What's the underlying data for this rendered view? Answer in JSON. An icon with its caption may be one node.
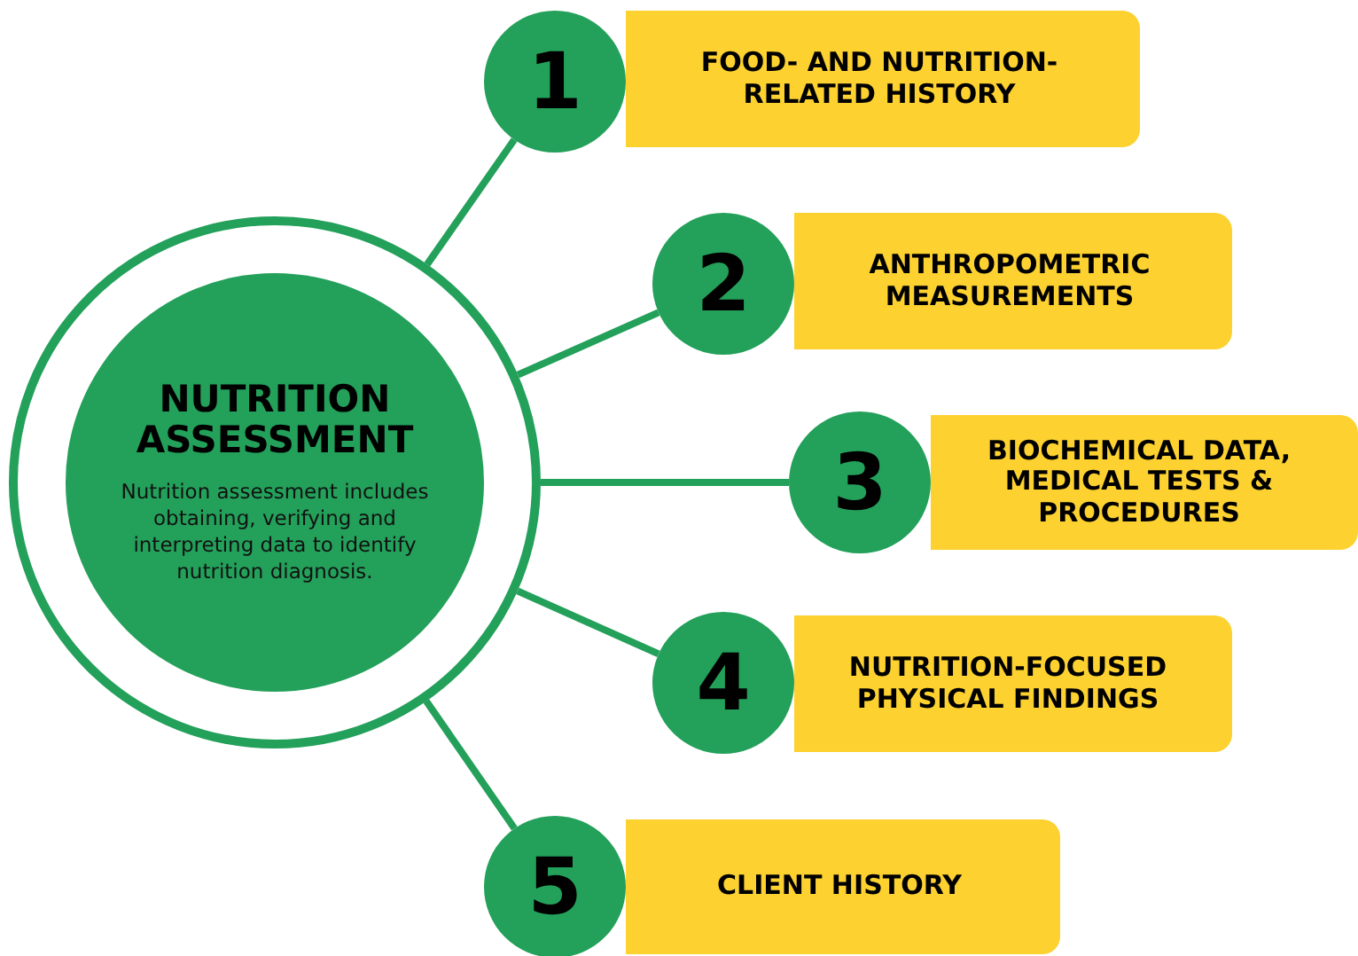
{
  "diagram": {
    "nodes": [
      {
        "text": [
          "NUTRITION ASSESSMENT",
          "Nutrition assessment includes obtaining, verifying and interpreting data to identify nutrition diagnosis."
        ]
      },
      {
        "text": [
          "1"
        ]
      },
      {
        "text": [
          "FOOD- AND NUTRITION-RELATED HISTORY"
        ]
      },
      {
        "text": [
          "2"
        ]
      },
      {
        "text": [
          "ANTHROPOMETRIC MEASUREMENTS"
        ]
      },
      {
        "text": [
          "3"
        ]
      },
      {
        "text": [
          "BIOCHEMICAL DATA, MEDICAL TESTS & PROCEDURES"
        ]
      },
      {
        "text": [
          "4"
        ]
      },
      {
        "text": [
          "NUTRITION-FOCUSED PHYSICAL FINDINGS"
        ]
      },
      {
        "text": [
          "5"
        ]
      },
      {
        "text": [
          "CLIENT HISTORY"
        ]
      }
    ],
    "edges": [
      {
        "from": 0,
        "to": 1,
        "arrow": "none"
      },
      {
        "from": 0,
        "to": 3,
        "arrow": "none"
      },
      {
        "from": 0,
        "to": 5,
        "arrow": "none"
      },
      {
        "from": 0,
        "to": 7,
        "arrow": "none"
      },
      {
        "from": 0,
        "to": 9,
        "arrow": "none"
      }
    ]
  }
}
